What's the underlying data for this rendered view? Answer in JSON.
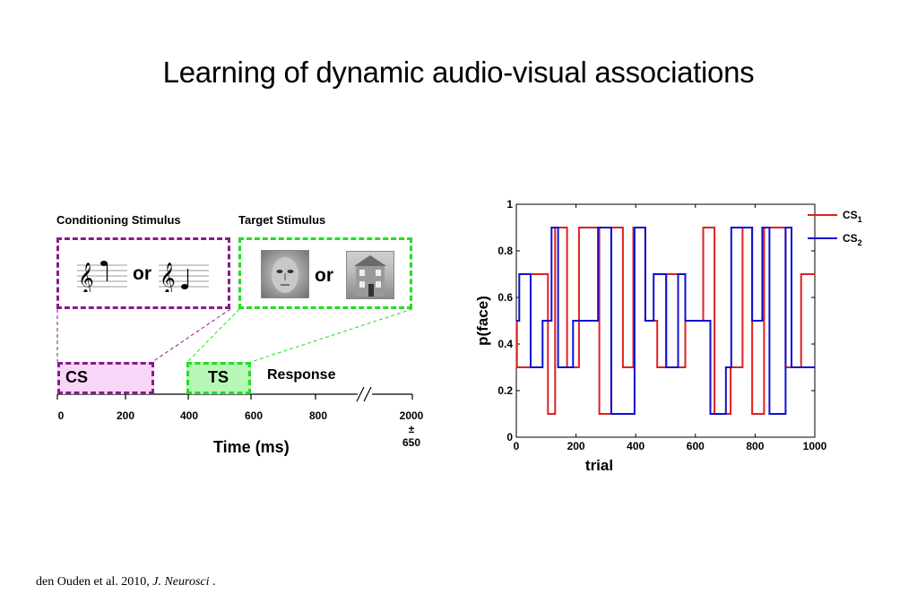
{
  "slide": {
    "title": "Learning of dynamic audio-visual associations",
    "citation": {
      "authors": "den Ouden et al. 2010, ",
      "journal": "J. Neurosci",
      "tail": " ."
    }
  },
  "diagram": {
    "cs_header": "Conditioning Stimulus",
    "ts_header": "Target Stimulus",
    "or_word": "or",
    "cs_label": "CS",
    "ts_label": "TS",
    "response_label": "Response",
    "x_ticks": [
      "0",
      "200",
      "400",
      "600",
      "800"
    ],
    "last_tick": [
      "2000",
      "±",
      "650"
    ],
    "x_axis_label": "Time (ms)",
    "colors": {
      "cs_box": "#8a1a8a",
      "cs_fill": "#f7d6f7",
      "ts_box": "#22dd22",
      "ts_fill": "#b7f7b7"
    },
    "icons": [
      "music-staff-high-note-icon",
      "music-staff-low-note-icon",
      "face-image-icon",
      "house-image-icon"
    ]
  },
  "chart_data": {
    "type": "line",
    "xlabel": "trial",
    "ylabel": "p(face)",
    "xlim": [
      0,
      1000
    ],
    "ylim": [
      0,
      1
    ],
    "x_ticks": [
      "0",
      "200",
      "400",
      "600",
      "800",
      "1000"
    ],
    "y_ticks": [
      "0",
      "0.2",
      "0.4",
      "0.6",
      "0.8",
      "1"
    ],
    "legend_position": "outside-top-right",
    "series": [
      {
        "name": "CS1",
        "name_base": "CS",
        "name_sub": "1",
        "color": "#e02020",
        "steps": [
          [
            0,
            0.5
          ],
          [
            2,
            0.3
          ],
          [
            48,
            0.7
          ],
          [
            106,
            0.1
          ],
          [
            130,
            0.9
          ],
          [
            170,
            0.3
          ],
          [
            210,
            0.9
          ],
          [
            278,
            0.1
          ],
          [
            318,
            0.9
          ],
          [
            357,
            0.3
          ],
          [
            392,
            0.9
          ],
          [
            432,
            0.5
          ],
          [
            472,
            0.3
          ],
          [
            502,
            0.7
          ],
          [
            542,
            0.3
          ],
          [
            566,
            0.5
          ],
          [
            626,
            0.9
          ],
          [
            664,
            0.1
          ],
          [
            718,
            0.3
          ],
          [
            758,
            0.9
          ],
          [
            790,
            0.1
          ],
          [
            830,
            0.9
          ],
          [
            902,
            0.3
          ],
          [
            954,
            0.7
          ],
          [
            1000,
            0.7
          ]
        ]
      },
      {
        "name": "CS2",
        "name_base": "CS",
        "name_sub": "2",
        "color": "#1010d0",
        "steps": [
          [
            0,
            0.5
          ],
          [
            10,
            0.7
          ],
          [
            48,
            0.3
          ],
          [
            88,
            0.5
          ],
          [
            118,
            0.9
          ],
          [
            140,
            0.3
          ],
          [
            190,
            0.5
          ],
          [
            274,
            0.9
          ],
          [
            318,
            0.1
          ],
          [
            396,
            0.9
          ],
          [
            432,
            0.5
          ],
          [
            460,
            0.7
          ],
          [
            502,
            0.3
          ],
          [
            542,
            0.7
          ],
          [
            566,
            0.5
          ],
          [
            650,
            0.1
          ],
          [
            702,
            0.3
          ],
          [
            720,
            0.9
          ],
          [
            790,
            0.5
          ],
          [
            824,
            0.9
          ],
          [
            848,
            0.1
          ],
          [
            902,
            0.9
          ],
          [
            922,
            0.3
          ],
          [
            1000,
            0.3
          ]
        ]
      }
    ]
  }
}
